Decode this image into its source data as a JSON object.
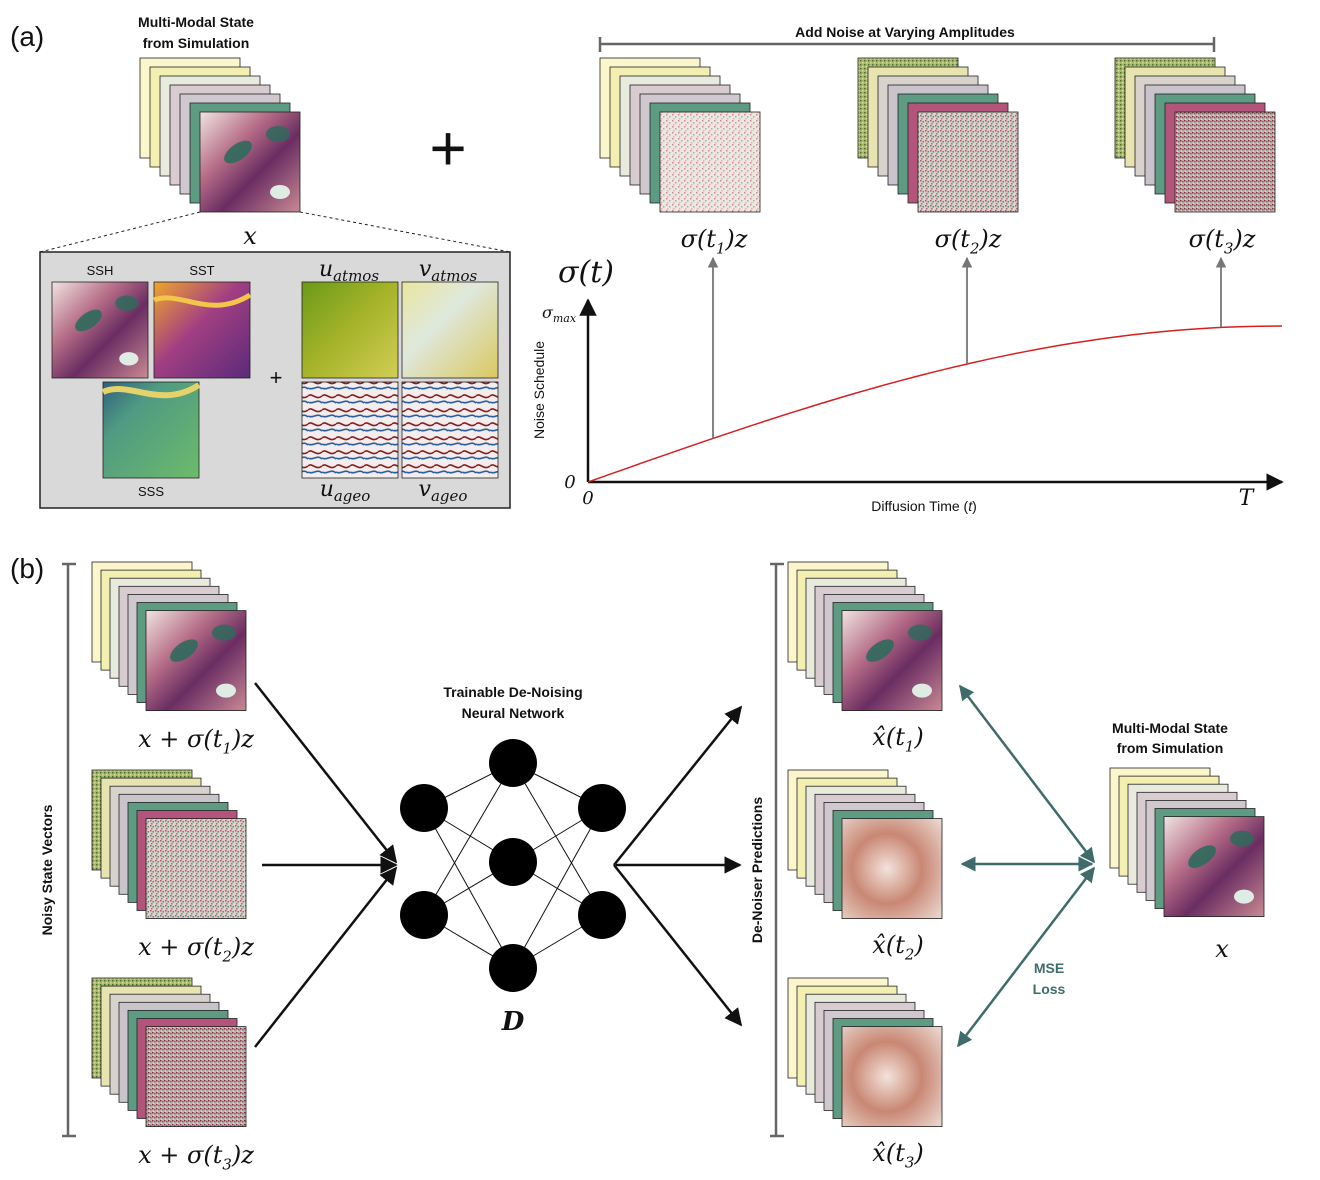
{
  "panel_a": {
    "label": "(a)",
    "state_title": [
      "Multi-Modal State",
      "from Simulation"
    ],
    "state_symbol": "x",
    "plus_big": "+",
    "plus_small": "+",
    "fields": {
      "ssh": "SSH",
      "sst": "SST",
      "sss": "SSS",
      "u_atmos": [
        "u",
        "atmos"
      ],
      "v_atmos": [
        "v",
        "atmos"
      ],
      "u_ageo": [
        "u",
        "ageo"
      ],
      "v_ageo": [
        "v",
        "ageo"
      ]
    },
    "noise_header": "Add Noise at Varying Amplitudes",
    "noise_stack_labels": [
      [
        "σ(t",
        "1",
        ")z"
      ],
      [
        "σ(t",
        "2",
        ")z"
      ],
      [
        "σ(t",
        "3",
        ")z"
      ]
    ],
    "schedule_plot": {
      "title": "σ(t)",
      "ylabel": "Noise Schedule",
      "xlabel_text": "Diffusion Time (",
      "xlabel_var": "t",
      "xlabel_close": ")",
      "y_max_label": [
        "σ",
        "max"
      ],
      "y_zero": "0",
      "x_zero": "0",
      "x_end": "T",
      "curve_color": "#d42020"
    }
  },
  "panel_b": {
    "label": "(b)",
    "left_bracket_label": "Noisy State Vectors",
    "noisy_labels": [
      [
        "x + σ(t",
        "1",
        ")z"
      ],
      [
        "x + σ(t",
        "2",
        ")z"
      ],
      [
        "x + σ(t",
        "3",
        ")z"
      ]
    ],
    "network_title": [
      "Trainable De-Noising",
      "Neural Network"
    ],
    "network_symbol": "D",
    "right_bracket_label": "De-Noiser Predictions",
    "pred_labels": [
      [
        "x̂(t",
        "1",
        ")"
      ],
      [
        "x̂(t",
        "2",
        ")"
      ],
      [
        "x̂(t",
        "3",
        ")"
      ]
    ],
    "target_title": [
      "Multi-Modal State",
      "from Simulation"
    ],
    "target_symbol": "x",
    "loss_label": [
      "MSE",
      "Loss"
    ],
    "loss_color": "#3f6b6b"
  },
  "colors": {
    "stack_fronts": [
      "#fbf6cc",
      "#f3efb0",
      "#e8eadd",
      "#d8ccd0",
      "#cfc9cf",
      "#5e9b83",
      "#b3557a"
    ],
    "arrow": "#111111",
    "gray_arrow": "#777777"
  }
}
